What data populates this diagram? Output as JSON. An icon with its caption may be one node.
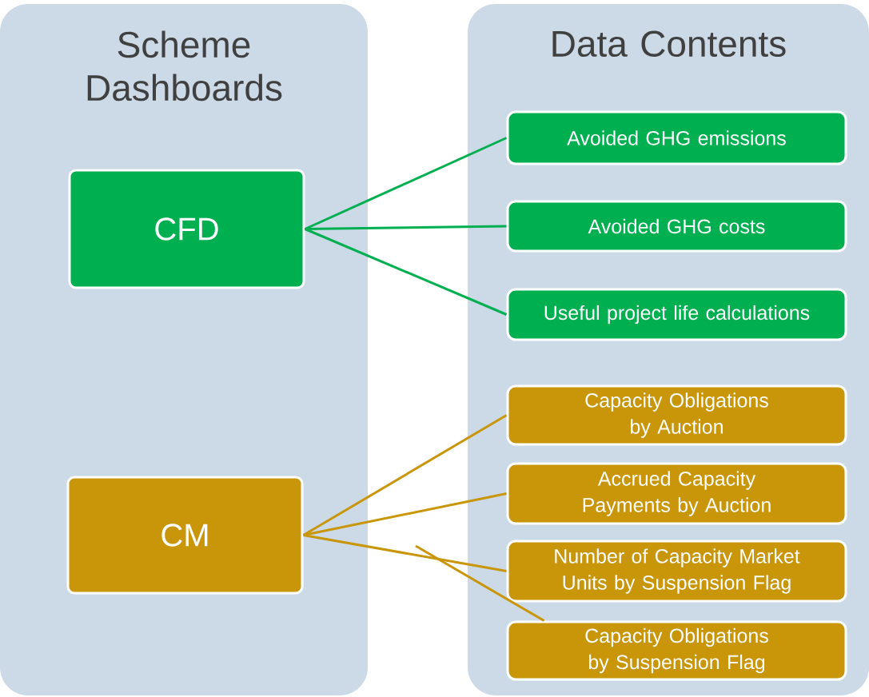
{
  "diagram": {
    "nodes": [
      {
        "text": [
          "Scheme Dashboards"
        ]
      },
      {
        "text": [
          "Data Contents"
        ]
      },
      {
        "text": [
          "CFD"
        ],
        "in": 0
      },
      {
        "text": [
          "CM"
        ],
        "in": 0
      },
      {
        "text": [
          "Avoided GHG emissions"
        ],
        "in": 1
      },
      {
        "text": [
          "Avoided GHG costs"
        ],
        "in": 1
      },
      {
        "text": [
          "Useful project life calculations"
        ],
        "in": 1
      },
      {
        "text": [
          "Capacity Obligations by Auction"
        ],
        "in": 1
      },
      {
        "text": [
          "Accrued Capacity Payments by Auction"
        ],
        "in": 1
      },
      {
        "text": [
          "Number of Capacity Market Units by Suspension Flag"
        ],
        "in": 1
      },
      {
        "text": [
          "Capacity Obligations by Suspension Flag"
        ],
        "in": 1
      }
    ],
    "edges": [
      {
        "from": 2,
        "to": 4,
        "arrow": "none",
        "color": "#00b050"
      },
      {
        "from": 2,
        "to": 5,
        "arrow": "none",
        "color": "#00b050"
      },
      {
        "from": 2,
        "to": 6,
        "arrow": "none",
        "color": "#00b050"
      },
      {
        "from": 3,
        "to": 7,
        "arrow": "none",
        "color": "#c9960a"
      },
      {
        "from": 3,
        "to": 8,
        "arrow": "none",
        "color": "#c9960a"
      },
      {
        "from": 3,
        "to": 9,
        "arrow": "none",
        "color": "#c9960a"
      },
      {
        "from": null,
        "to": 10,
        "arrow": "none",
        "color": "#c9960a"
      }
    ]
  }
}
